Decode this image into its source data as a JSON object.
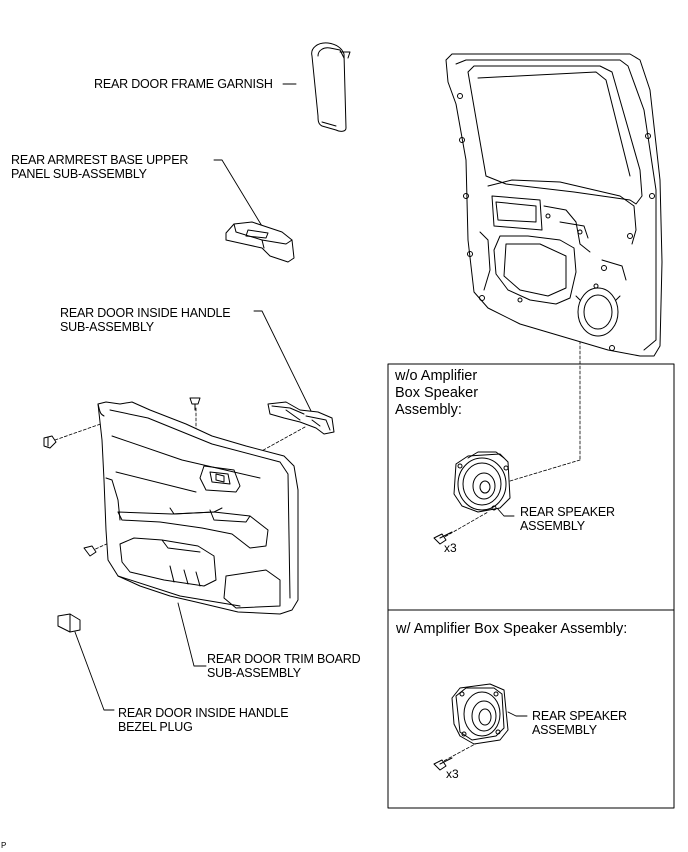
{
  "labels": {
    "frame_garnish": "REAR DOOR FRAME GARNISH",
    "armrest_upper": "REAR ARMREST BASE UPPER\nPANEL SUB-ASSEMBLY",
    "inside_handle": "REAR DOOR INSIDE HANDLE\nSUB-ASSEMBLY",
    "trim_board": "REAR DOOR TRIM BOARD\nSUB-ASSEMBLY",
    "bezel_plug": "REAR DOOR INSIDE HANDLE\nBEZEL PLUG",
    "speaker_1": "REAR SPEAKER\nASSEMBLY",
    "speaker_2": "REAR SPEAKER\nASSEMBLY"
  },
  "boxes": {
    "wo_amp": "w/o Amplifier\nBox Speaker\nAssembly:",
    "w_amp": "w/ Amplifier Box Speaker Assembly:"
  },
  "counts": {
    "screws_1": "x3",
    "screws_2": "x3"
  },
  "corner_mark": "P"
}
